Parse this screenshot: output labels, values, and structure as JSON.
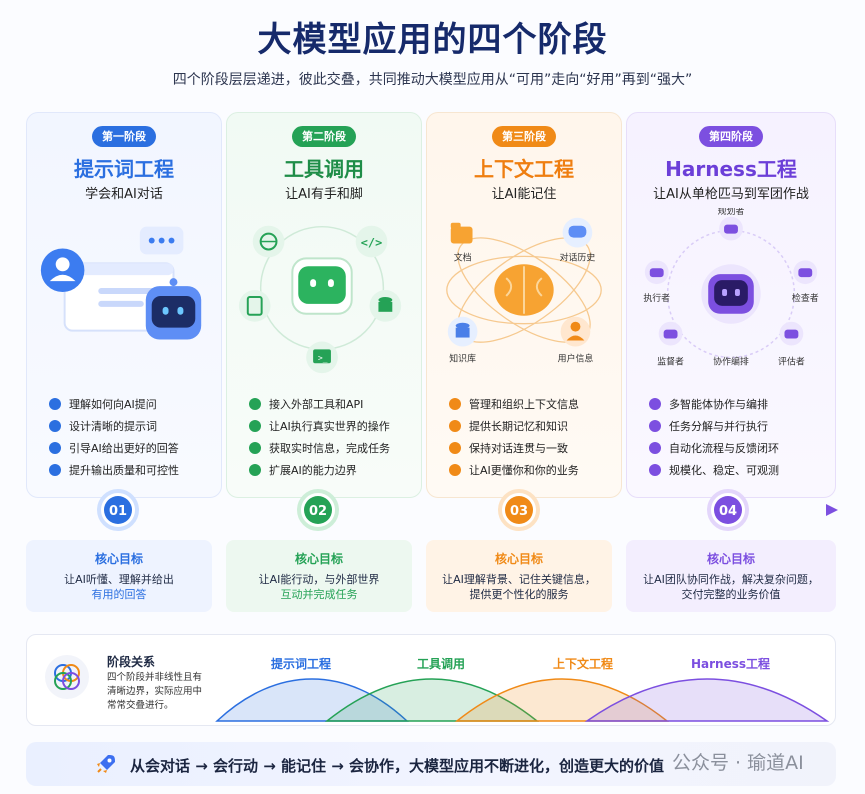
{
  "header": {
    "title": "大模型应用的四个阶段",
    "subtitle": "四个阶段层层递进，彼此交叠，共同推动大模型应用从“可用”走向“好用”再到“强大”"
  },
  "colors": {
    "stage1": "#2b6fe0",
    "stage2": "#25a256",
    "stage3": "#f08a17",
    "stage4": "#7c4fe0"
  },
  "stages": [
    {
      "badge": "第一阶段",
      "title": "提示词工程",
      "subtitle": "学会和AI对话",
      "items": [
        "理解如何向AI提问",
        "设计清晰的提示词",
        "引导AI给出更好的回答",
        "提升输出质量和可控性"
      ],
      "number": "01",
      "goal_heading": "核心目标",
      "goal_line1": "让AI听懂、理解并给出",
      "goal_line2": "有用的回答"
    },
    {
      "badge": "第二阶段",
      "title": "工具调用",
      "subtitle": "让AI有手和脚",
      "items": [
        "接入外部工具和API",
        "让AI执行真实世界的操作",
        "获取实时信息，完成任务",
        "扩展AI的能力边界"
      ],
      "number": "02",
      "goal_heading": "核心目标",
      "goal_line1": "让AI能行动，与外部世界",
      "goal_line2": "互动并完成任务"
    },
    {
      "badge": "第三阶段",
      "title": "上下文工程",
      "subtitle": "让AI能记住",
      "items": [
        "管理和组织上下文信息",
        "提供长期记忆和知识",
        "保持对话连贯与一致",
        "让AI更懂你和你的业务"
      ],
      "number": "03",
      "goal_heading": "核心目标",
      "goal_line1": "让AI理解背景、记住关键信息，",
      "goal_line2": "提供更个性化的服务"
    },
    {
      "badge": "第四阶段",
      "title": "Harness工程",
      "subtitle": "让AI从单枪匹马到军团作战",
      "items": [
        "多智能体协作与编排",
        "任务分解与并行执行",
        "自动化流程与反馈闭环",
        "规模化、稳定、可观测"
      ],
      "number": "04",
      "goal_heading": "核心目标",
      "goal_line1": "让AI团队协同作战，解决复杂问题，",
      "goal_line2": "交付完整的业务价值"
    }
  ],
  "illus": {
    "context": {
      "doc": "文档",
      "history": "对话历史",
      "kb": "知识库",
      "user": "用户信息"
    },
    "harness": {
      "planner": "规划者",
      "executor": "执行者",
      "checker": "检查者",
      "supervisor": "监督者",
      "orchestrate": "协作编排",
      "evaluator": "评估者"
    }
  },
  "relation": {
    "title": "阶段关系",
    "text": "四个阶段并非线性且有清晰边界，实际应用中常常交叠进行。",
    "labels": [
      "提示词工程",
      "工具调用",
      "上下文工程",
      "Harness工程"
    ]
  },
  "bottom": {
    "text": "从会对话 → 会行动 → 能记住 → 会协作，大模型应用不断进化，创造更大的价值",
    "watermark": "公众号 · 瑜道AI"
  }
}
